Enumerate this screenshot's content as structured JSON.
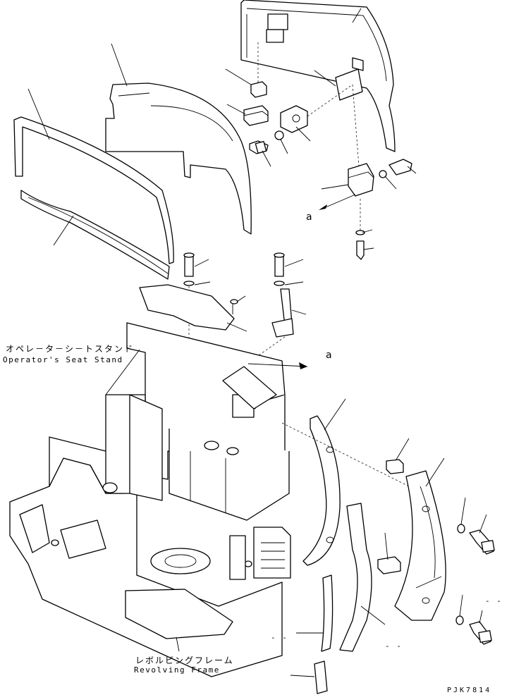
{
  "labels": {
    "seat_stand_jp": "オペレ－タ－シ－トスタンド",
    "seat_stand_en": "Operator's Seat Stand",
    "frame_jp": "レボルビングフレーム",
    "frame_en": "Revolving Frame",
    "ref_upper": "a",
    "ref_lower": "a",
    "drawing_code": "PJK7814",
    "dash_right": "- -",
    "dash_left": "- -",
    "dash_mid": "- -"
  }
}
